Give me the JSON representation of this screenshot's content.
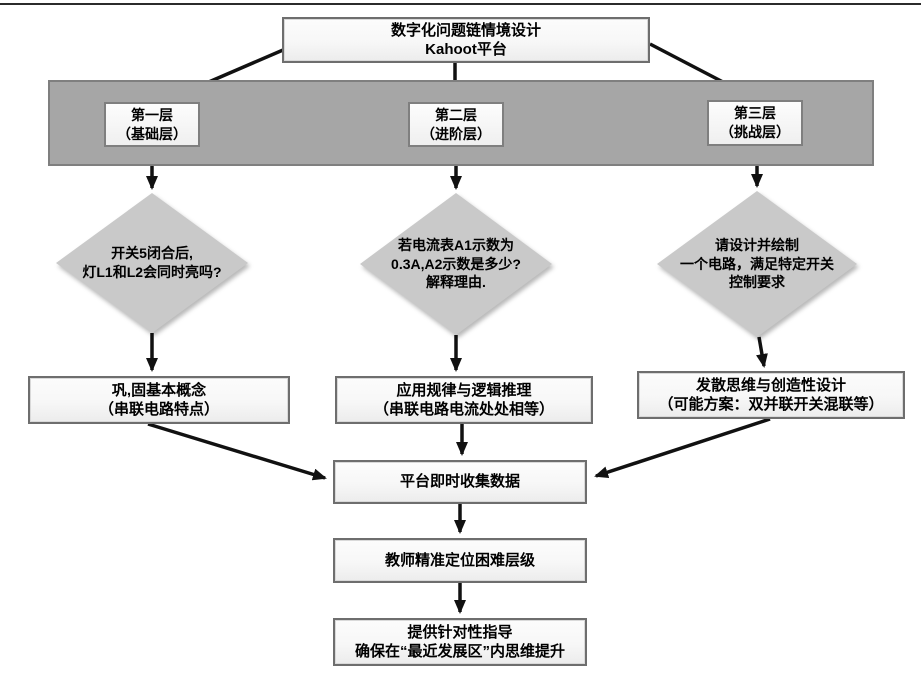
{
  "flow": {
    "start": {
      "l1": "数字化问题链情境设计",
      "l2": "Kahoot平台"
    },
    "tiers": [
      {
        "l1": "第一层",
        "l2": "（基础层）"
      },
      {
        "l1": "第二层",
        "l2": "（进阶层）"
      },
      {
        "l1": "第三层",
        "l2": "（挑战层）"
      }
    ],
    "questions": [
      {
        "l1": "开关5闭合后,",
        "l2": "灯L1和L2会同时亮吗?"
      },
      {
        "l1": "若电流表A1示数为",
        "l2": "0.3A,A2示数是多少?",
        "l3": "解释理由."
      },
      {
        "l1": "请设计并绘制",
        "l2": "一个电路，满足特定开关",
        "l3": "控制要求"
      }
    ],
    "outcomes": [
      {
        "l1": "巩,固基本概念",
        "l2": "（串联电路特点）"
      },
      {
        "l1": "应用规律与逻辑推理",
        "l2": "（串联电路电流处处相等）"
      },
      {
        "l1": "发散思维与创造性设计",
        "l2": "（可能方案：双并联开关混联等）"
      }
    ],
    "steps": [
      {
        "l1": "平台即时收集数据"
      },
      {
        "l1": "教师精准定位困难层级"
      },
      {
        "l1": "提供针对性指导",
        "l2": "确保在“最近发展区”内思维提升"
      }
    ]
  },
  "colors": {
    "band_fill": "#a6a6a6",
    "band_border": "#7f7f7f",
    "diamond_fill": "#c9c9c9",
    "box_border": "#6e6e6e",
    "arrow": "#111111",
    "background": "#ffffff"
  }
}
